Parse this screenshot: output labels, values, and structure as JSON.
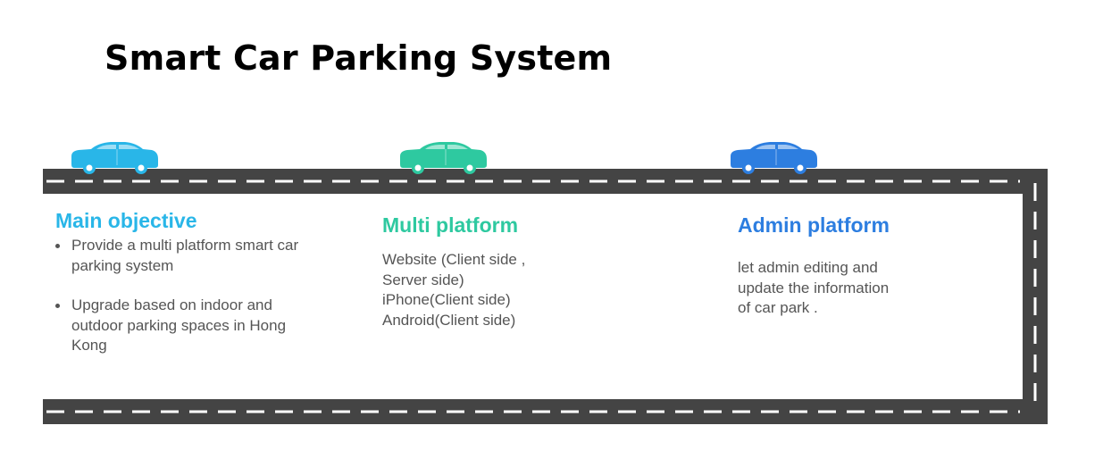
{
  "title": "Smart Car Parking System",
  "colors": {
    "road": "#444444",
    "dash": "#ffffff",
    "car1": "#29b6e8",
    "car2": "#2ec9a0",
    "car3": "#2d7ee0"
  },
  "sections": [
    {
      "heading": "Main objective",
      "bullets": [
        "Provide a multi platform smart car parking system",
        "Upgrade based on indoor and outdoor parking spaces in Hong Kong"
      ]
    },
    {
      "heading": "Multi platform",
      "lines": [
        "Website (Client side ,",
        "Server side)",
        "iPhone(Client side)",
        "Android(Client side)"
      ]
    },
    {
      "heading": "Admin platform",
      "lines": [
        "let admin editing and",
        "update the information",
        "of car park ."
      ]
    }
  ]
}
